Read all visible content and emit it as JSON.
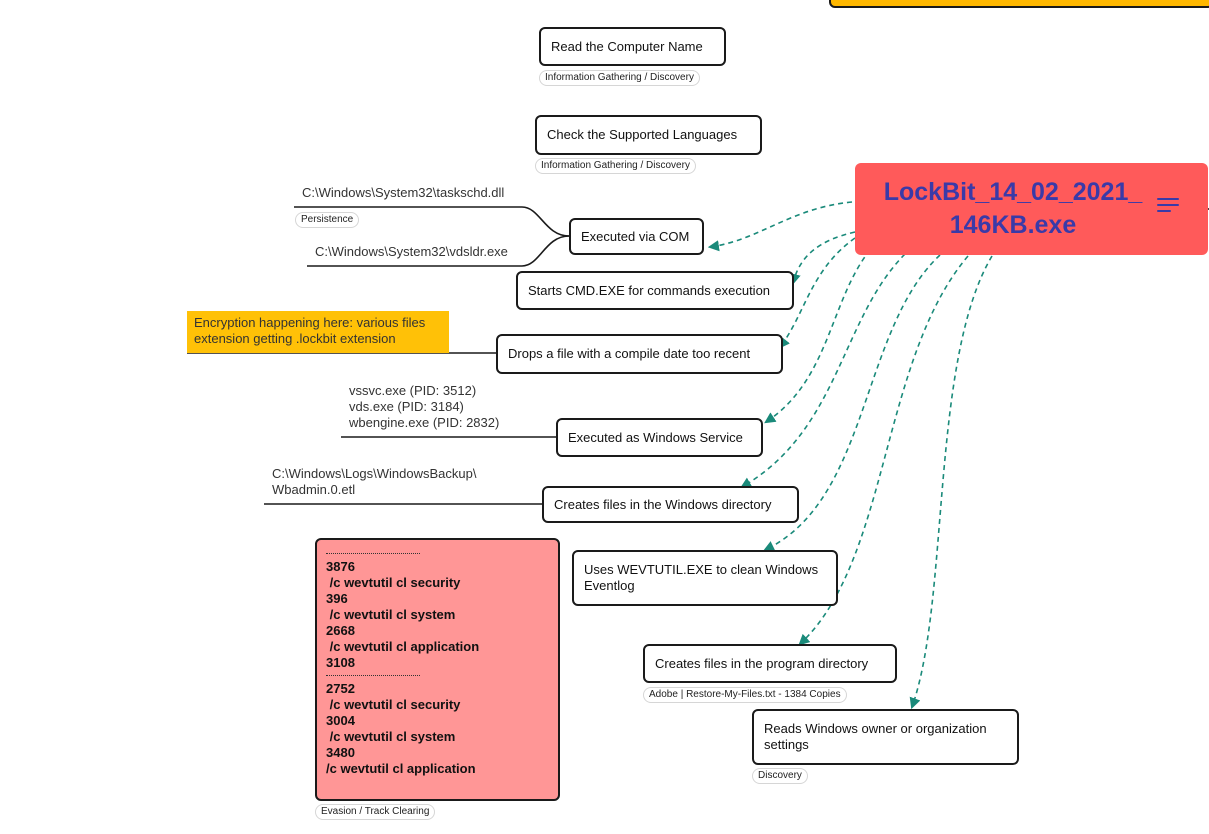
{
  "root": {
    "title": "LockBit_14_02_2021_\n146KB.exe",
    "menu_icon": "menu-lines-icon",
    "color": "#ff5a5a"
  },
  "nodes": {
    "computer_name": {
      "label": "Read the Computer Name",
      "tag": "Information Gathering / Discovery"
    },
    "languages": {
      "label": "Check the Supported Languages",
      "tag": "Information Gathering / Discovery"
    },
    "com": {
      "label": "Executed via COM",
      "children": [
        "C:\\Windows\\System32\\taskschd.dll",
        "C:\\Windows\\System32\\vdsldr.exe"
      ],
      "tag": "Persistence"
    },
    "cmd": {
      "label": "Starts CMD.EXE for commands execution"
    },
    "drops": {
      "label": "Drops a file with a compile date too recent",
      "note": "Encryption happening here: various files\nextension getting .lockbit extension"
    },
    "service": {
      "label": "Executed as Windows Service",
      "child": "vssvc.exe (PID: 3512)\nvds.exe (PID: 3184)\nwbengine.exe (PID: 2832)"
    },
    "windir": {
      "label": "Creates files in the Windows directory",
      "child": "C:\\Windows\\Logs\\WindowsBackup\\\nWbadmin.0.etl"
    },
    "wevtutil": {
      "label": "Uses WEVTUTIL.EXE to clean Windows\nEventlog"
    },
    "progdir": {
      "label": "Creates files in the program directory",
      "tag": "Adobe | Restore-My-Files.txt - 1384 Copies"
    },
    "owner": {
      "label": "Reads Windows owner or organization\nsettings",
      "tag": "Discovery"
    }
  },
  "evasion": {
    "groups": [
      [
        "3876",
        " /c wevtutil cl security",
        "396",
        " /c wevtutil cl system",
        "2668",
        " /c wevtutil cl application",
        "3108"
      ],
      [
        "2752",
        " /c wevtutil cl security",
        "3004",
        " /c wevtutil cl system",
        "3480",
        "/c wevtutil cl application"
      ]
    ],
    "tag": "Evasion / Track Clearing",
    "color": "#ff9696"
  },
  "colors": {
    "connector": "#1a8a7a",
    "note_yellow": "#ffc107",
    "top_strip": "#ffb800"
  }
}
